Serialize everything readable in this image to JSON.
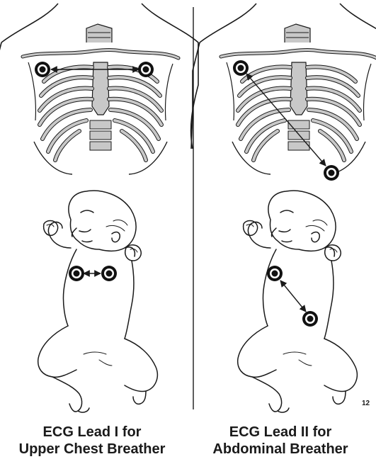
{
  "panels": [
    {
      "id": "lead-one",
      "caption_line1": "ECG Lead I for",
      "caption_line2": "Upper Chest Breather"
    },
    {
      "id": "lead-two",
      "caption_line1": "ECG Lead II for",
      "caption_line2": "Abdominal Breather"
    }
  ],
  "figure_number": "12",
  "colors": {
    "line": "#1a1a1a",
    "bone_fill": "#c8c8c8",
    "electrode": "#111111"
  }
}
